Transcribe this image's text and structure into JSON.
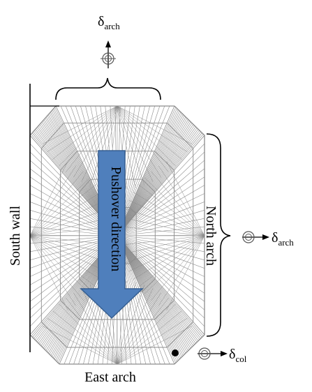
{
  "labels": {
    "top_delta": "δ",
    "top_delta_sub": "arch",
    "right_delta": "δ",
    "right_delta_sub": "arch",
    "col_delta": "δ",
    "col_delta_sub": "col",
    "south_wall": "South wall",
    "north_arch": "North arch",
    "east_arch": "East arch",
    "pushover": "Pushover direction"
  },
  "colors": {
    "arrow_fill": "#4f7fbc",
    "arrow_stroke": "#365f91",
    "mesh": "#8c8c8c",
    "ink": "#000000"
  },
  "icons": {
    "top_target": "crosshair-target-icon",
    "right_target": "crosshair-target-icon",
    "col_target": "crosshair-target-icon",
    "corner_node": "node-dot-icon"
  }
}
